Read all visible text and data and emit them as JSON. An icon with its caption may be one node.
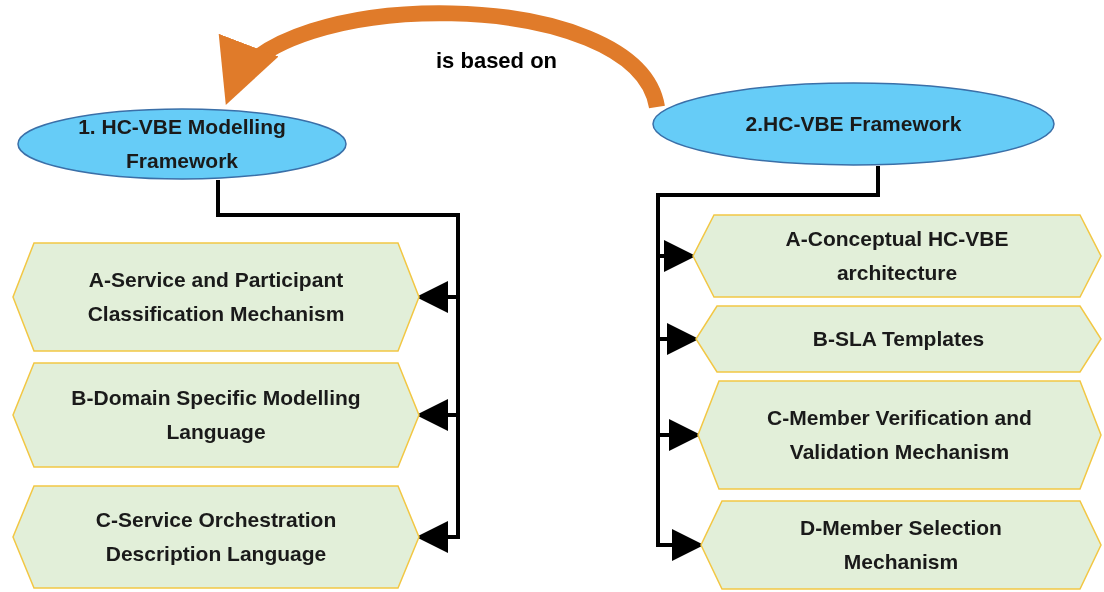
{
  "diagram": {
    "nodes": [
      {
        "text": [
          "1. HC-VBE Modelling Framework"
        ]
      },
      {
        "text": [
          "2.HC-VBE Framework"
        ]
      },
      {
        "text": [
          "A-Service and Participant Classification Mechanism"
        ]
      },
      {
        "text": [
          "B-Domain Specific Modelling Language"
        ]
      },
      {
        "text": [
          "C-Service Orchestration Description Language"
        ]
      },
      {
        "text": [
          "A-Conceptual HC-VBE architecture"
        ]
      },
      {
        "text": [
          "B-SLA Templates"
        ]
      },
      {
        "text": [
          "C-Member Verification and Validation Mechanism"
        ]
      },
      {
        "text": [
          "D-Member Selection Mechanism"
        ]
      }
    ],
    "edges": [
      {
        "from": 1,
        "to": 0,
        "arrow": "to",
        "label": "is based on",
        "style": "thick",
        "color": "#e07b2a"
      },
      {
        "from": 0,
        "to": 2,
        "arrow": "to"
      },
      {
        "from": 0,
        "to": 3,
        "arrow": "to"
      },
      {
        "from": 0,
        "to": 4,
        "arrow": "to"
      },
      {
        "from": 1,
        "to": 5,
        "arrow": "to"
      },
      {
        "from": 1,
        "to": 6,
        "arrow": "to"
      },
      {
        "from": 1,
        "to": 7,
        "arrow": "to"
      },
      {
        "from": 1,
        "to": 8,
        "arrow": "to"
      }
    ]
  }
}
